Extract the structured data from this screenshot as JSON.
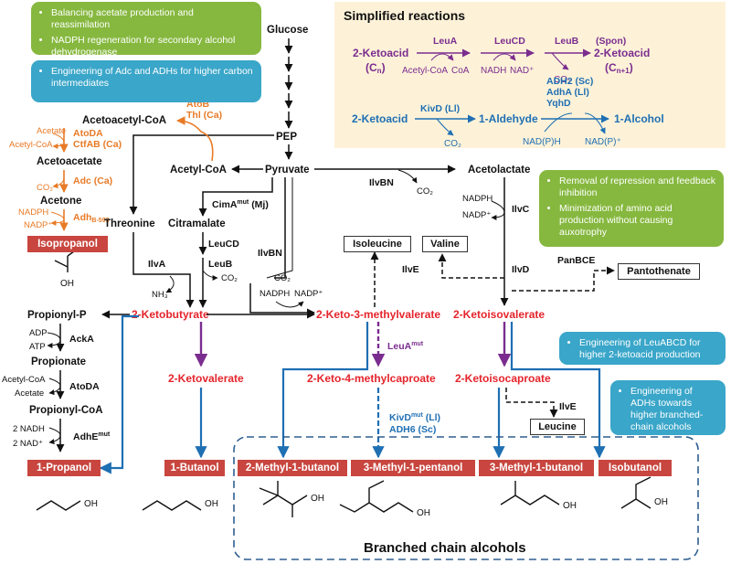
{
  "notes": {
    "top_green": [
      "Balancing acetate production and reassimilation",
      "NADPH regeneration for secondary alcohol dehydrogenase"
    ],
    "top_teal": [
      "Engineering of Adc and ADHs for higher carbon intermediates"
    ],
    "right_green": [
      "Removal of repression and feedback inhibition",
      "Minimization of amino acid production without causing auxotrophy"
    ],
    "right_teal1": [
      "Engineering of LeuABCD for higher 2-ketoacid production"
    ],
    "right_teal2": [
      "Engineering of ADHs towards higher branched-chain alcohols"
    ]
  },
  "reactions": {
    "title": "Simplified reactions",
    "ketoacid": "2-Ketoacid",
    "cn": "(C",
    "cn_sub": "n",
    "cn_close": ")",
    "leua": "LeuA",
    "leucd": "LeuCD",
    "leub": "LeuB",
    "spon": "(Spon)",
    "ketoacid2": "2-Ketoacid",
    "cn1": "(C",
    "cn1_sub": "n+1",
    "cn1_close": ")",
    "acetylcoa": "Acetyl-CoA",
    "coa": "CoA",
    "nadh": "NADH",
    "nad": "NAD⁺",
    "co2a": "CO₂",
    "ketoacid3": "2-Ketoacid",
    "kivd": "KivD (Ll)",
    "aldehyde": "1-Aldehyde",
    "adh2": "ADH2 (Sc)",
    "adha": "AdhA (Ll)",
    "yqhd": "YqhD",
    "alcohol": "1-Alcohol",
    "co2b": "CO₂",
    "nadph": "NAD(P)H",
    "nadp": "NAD(P)⁺"
  },
  "nodes": {
    "glucose": "Glucose",
    "pep": "PEP",
    "pyruvate": "Pyruvate",
    "acetylcoa": "Acetyl-CoA",
    "acetoacetylcoa": "Acetoacetyl-CoA",
    "acetoacetate": "Acetoacetate",
    "acetone": "Acetone",
    "threonine": "Threonine",
    "citramalate": "Citramalate",
    "acetolactate": "Acetolactate",
    "propionylp": "Propionyl-P",
    "propionate": "Propionate",
    "propionylcoa": "Propionyl-CoA",
    "ketobutyrate": "2-Ketobutyrate",
    "ketomethylvalerate": "2-Keto-3-methylvalerate",
    "ketoisovalerate": "2-Ketoisovalerate",
    "ketovalerate": "2-Ketovalerate",
    "ketomethylcaproate": "2-Keto-4-methylcaproate",
    "ketoisocaproate": "2-Ketoisocaproate"
  },
  "cofactors": {
    "acetate": "Acetate",
    "acetylcoa": "Acetyl-CoA",
    "co2_adc": "CO₂",
    "nadph_adh": "NADPH",
    "nadp_adh": "NADP⁺",
    "nh3": "NH₃",
    "co2_leub": "CO₂",
    "co2_ilvbn": "CO₂",
    "nadph_mid": "NADPH",
    "nadp_mid": "NADP⁺",
    "co2_ilvbn2": "CO₂",
    "nadph_ilvc": "NADPH",
    "nadp_ilvc": "NADP⁺",
    "adp": "ADP",
    "atp": "ATP",
    "acetylcoa2": "Acetyl-CoA",
    "acetate2": "Acetate",
    "nadh2": "2 NADH",
    "nad2": "2 NAD⁺"
  },
  "enzymes": {
    "atob": "AtoB",
    "thl": "Thl (Ca)",
    "atoda": "AtoDA",
    "ctfab": "CtfAB (Ca)",
    "adc": "Adc (Ca)",
    "adh": "Adh",
    "adh_sub": "B-593",
    "cima": "CimA",
    "cima_sup": "mut",
    "cima_org": "(Mj)",
    "leucd": "LeuCD",
    "leub": "LeuB",
    "ilvbn": "IlvBN",
    "ilvbn2": "IlvBN",
    "ilva": "IlvA",
    "ilvc": "IlvC",
    "ilvd": "IlvD",
    "ilve": "IlvE",
    "ilve2": "IlvE",
    "panbce": "PanBCE",
    "acka": "AckA",
    "atoda2": "AtoDA",
    "adhe": "AdhE",
    "adhe_sup": "mut",
    "leua": "LeuA",
    "leua_sup": "mut",
    "kivd": "KivD",
    "kivd_sup": "mut",
    "kivd_org": "(Ll)",
    "adh6": "ADH6 (Sc)"
  },
  "boxes": {
    "isopropanol": "Isopropanol",
    "isoleucine": "Isoleucine",
    "valine": "Valine",
    "pantothenate": "Pantothenate",
    "leucine": "Leucine",
    "propanol": "1-Propanol",
    "butanol": "1-Butanol",
    "methylbutanol2": "2-Methyl-1-butanol",
    "methylpentanol": "3-Methyl-1-pentanol",
    "methylbutanol3": "3-Methyl-1-butanol",
    "isobutanol": "Isobutanol"
  },
  "oh": "OH",
  "branched_label": "Branched chain alcohols",
  "colors": {
    "red": "#e5242b",
    "orange": "#e87a26",
    "purple": "#7b2d8f",
    "blue": "#1f6fb3",
    "green_note": "#86b83f",
    "teal_note": "#3aa6c9",
    "product_box": "#c8463f",
    "reactions_bg": "#fdf2d8"
  }
}
